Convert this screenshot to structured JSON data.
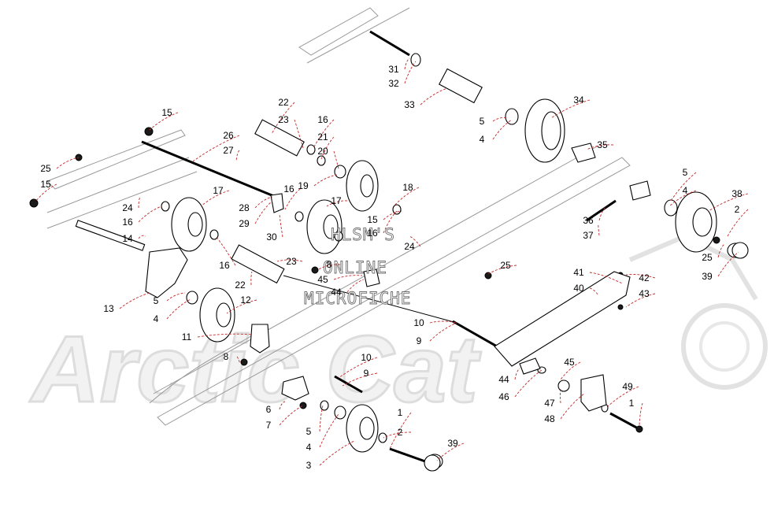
{
  "watermark": {
    "line1": "HLSM'S",
    "line2": "ONLINE",
    "line3": "MICROFICHE"
  },
  "brand_logo": "Arctic Cat",
  "callouts": [
    {
      "n": "31"
    },
    {
      "n": "32"
    },
    {
      "n": "33"
    },
    {
      "n": "34"
    },
    {
      "n": "5"
    },
    {
      "n": "4"
    },
    {
      "n": "35"
    },
    {
      "n": "22"
    },
    {
      "n": "23"
    },
    {
      "n": "16"
    },
    {
      "n": "21"
    },
    {
      "n": "20"
    },
    {
      "n": "19"
    },
    {
      "n": "18"
    },
    {
      "n": "15"
    },
    {
      "n": "26"
    },
    {
      "n": "27"
    },
    {
      "n": "25"
    },
    {
      "n": "15"
    },
    {
      "n": "24"
    },
    {
      "n": "16"
    },
    {
      "n": "17"
    },
    {
      "n": "28"
    },
    {
      "n": "29"
    },
    {
      "n": "16"
    },
    {
      "n": "30"
    },
    {
      "n": "17"
    },
    {
      "n": "15"
    },
    {
      "n": "16"
    },
    {
      "n": "24"
    },
    {
      "n": "25"
    },
    {
      "n": "14"
    },
    {
      "n": "16"
    },
    {
      "n": "13"
    },
    {
      "n": "5"
    },
    {
      "n": "4"
    },
    {
      "n": "12"
    },
    {
      "n": "22"
    },
    {
      "n": "23"
    },
    {
      "n": "8"
    },
    {
      "n": "45"
    },
    {
      "n": "44"
    },
    {
      "n": "11"
    },
    {
      "n": "10"
    },
    {
      "n": "9"
    },
    {
      "n": "8"
    },
    {
      "n": "10"
    },
    {
      "n": "9"
    },
    {
      "n": "6"
    },
    {
      "n": "7"
    },
    {
      "n": "5"
    },
    {
      "n": "4"
    },
    {
      "n": "3"
    },
    {
      "n": "2"
    },
    {
      "n": "1"
    },
    {
      "n": "39"
    },
    {
      "n": "5"
    },
    {
      "n": "4"
    },
    {
      "n": "38"
    },
    {
      "n": "2"
    },
    {
      "n": "36"
    },
    {
      "n": "37"
    },
    {
      "n": "25"
    },
    {
      "n": "39"
    },
    {
      "n": "41"
    },
    {
      "n": "40"
    },
    {
      "n": "42"
    },
    {
      "n": "43"
    },
    {
      "n": "44"
    },
    {
      "n": "46"
    },
    {
      "n": "45"
    },
    {
      "n": "47"
    },
    {
      "n": "48"
    },
    {
      "n": "49"
    },
    {
      "n": "1"
    }
  ]
}
